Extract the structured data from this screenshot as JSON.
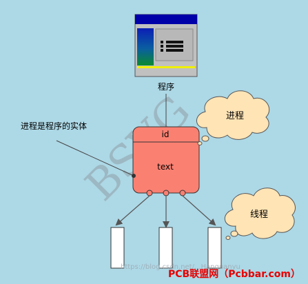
{
  "diagram": {
    "program_label": "程序",
    "annotation": "进程是程序的实体",
    "process_box": {
      "header": "id",
      "body": "text"
    },
    "cloud_process": "进程",
    "cloud_thread": "线程",
    "watermark": "BSVG",
    "footer_faded": "https://blog.csdn.net/...Hanquanyu",
    "footer_brand": "PCB联盟网（Pcbbar.com）",
    "colors": {
      "background": "#add8e6",
      "process_box": "#fa8072",
      "cloud": "#ffe4b5",
      "brand_text": "#e60000"
    }
  }
}
